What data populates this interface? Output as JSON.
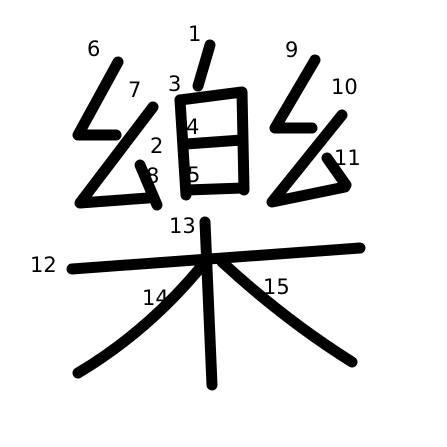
{
  "diagram": {
    "character": "樂",
    "ink_color": "#000000",
    "background_color": "#ffffff",
    "stroke_order_labels": [
      "1",
      "2",
      "3",
      "4",
      "5",
      "6",
      "7",
      "8",
      "9",
      "10",
      "11",
      "12",
      "13",
      "14",
      "15"
    ]
  }
}
